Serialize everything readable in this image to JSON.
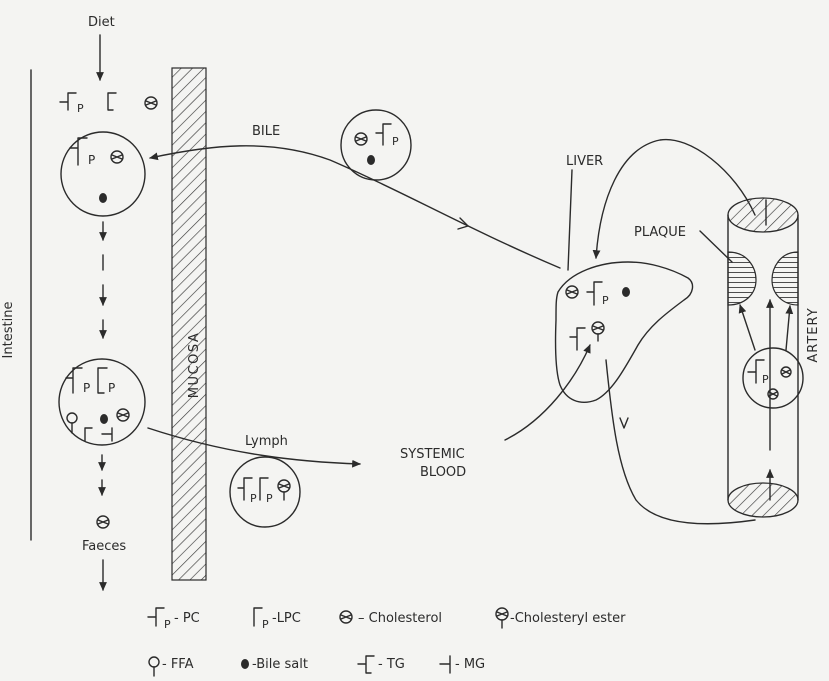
{
  "labels": {
    "diet": "Diet",
    "intestine": "Intestine",
    "mucosa": "MUCOSA",
    "bile": "BILE",
    "lymph": "Lymph",
    "liver": "LIVER",
    "systemic_1": "SYSTEMIC",
    "systemic_2": "BLOOD",
    "plaque": "PLAQUE",
    "artery": "ARTERY",
    "faeces": "Faeces"
  },
  "legend": [
    {
      "key": "pc",
      "text": "- PC"
    },
    {
      "key": "lpc",
      "text": "-LPC"
    },
    {
      "key": "cholesterol",
      "text": "– Cholesterol"
    },
    {
      "key": "cholesteryl_ester",
      "text": "-Cholesteryl ester"
    },
    {
      "key": "ffa",
      "text": "- FFA"
    },
    {
      "key": "bile_salt",
      "text": "-Bile salt"
    },
    {
      "key": "tg",
      "text": "- TG"
    },
    {
      "key": "mg",
      "text": "- MG"
    }
  ],
  "glyph_letters": {
    "p": "P"
  }
}
